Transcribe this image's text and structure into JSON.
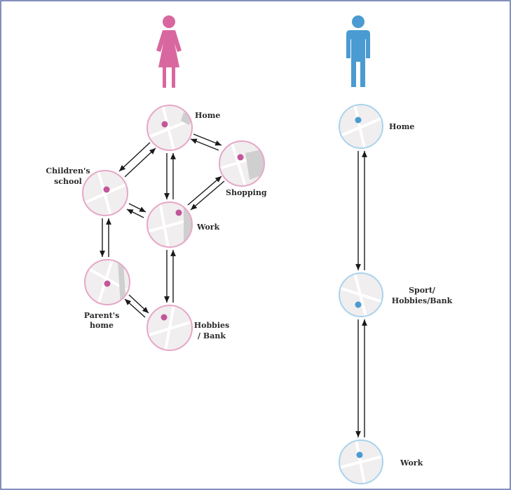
{
  "colors": {
    "woman": "#d9679f",
    "man": "#4a9bd1",
    "woman_ring": "#e6a8c8",
    "man_ring": "#a9d3ee",
    "map_bg": "#f0eeee",
    "map_road": "#ffffff",
    "map_block": "#cfcfcf",
    "arrow": "#1a1a1a",
    "border": "#5b6aa8"
  },
  "icons": {
    "woman": "woman-icon",
    "man": "man-icon"
  },
  "woman": {
    "nodes": [
      {
        "id": "home",
        "label_lines": [
          "Home"
        ]
      },
      {
        "id": "shopping",
        "label_lines": [
          "Shopping"
        ]
      },
      {
        "id": "childrens-school",
        "label_lines": [
          "Children's",
          "school"
        ]
      },
      {
        "id": "work",
        "label_lines": [
          "Work"
        ]
      },
      {
        "id": "parents-home",
        "label_lines": [
          "Parent's",
          "home"
        ]
      },
      {
        "id": "hobbies-bank",
        "label_lines": [
          "Hobbies",
          "/ Bank"
        ]
      }
    ]
  },
  "man": {
    "nodes": [
      {
        "id": "home",
        "label_lines": [
          "Home"
        ]
      },
      {
        "id": "sport-hobbies-bank",
        "label_lines": [
          "Sport/",
          "Hobbies/Bank"
        ]
      },
      {
        "id": "work",
        "label_lines": [
          "Work"
        ]
      }
    ]
  }
}
